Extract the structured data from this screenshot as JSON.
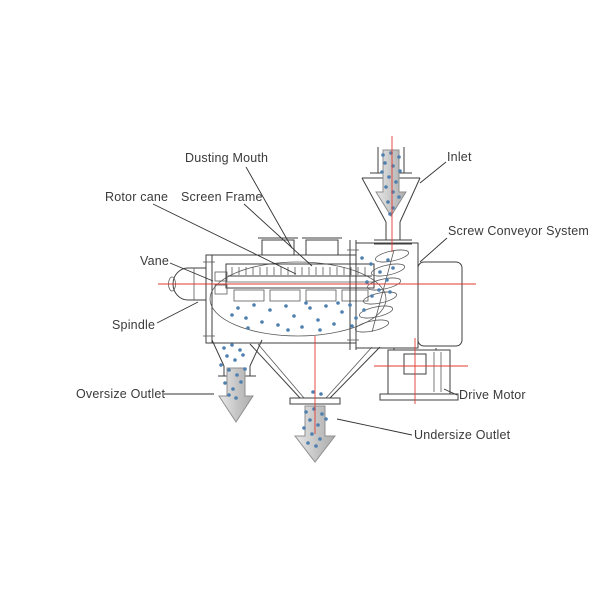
{
  "page": {
    "background": "#ffffff"
  },
  "diagram": {
    "type": "technical-diagram",
    "subject": "airflow screen / screw conveyor sifter cutaway",
    "labels": {
      "dusting_mouth": "Dusting Mouth",
      "rotor_cane": "Rotor cane",
      "screen_frame": "Screen Frame",
      "inlet": "Inlet",
      "screw_conveyor_system": "Screw Conveyor System",
      "vane": "Vane",
      "spindle": "Spindle",
      "oversize_outlet": "Oversize Outlet",
      "drive_motor": "Drive Motor",
      "undersize_outlet": "Undersize Outlet"
    },
    "colors": {
      "outline": "#3f3f3f",
      "centerline_red": "#e23b32",
      "particle_blue": "#4f7fae",
      "arrow_gray": "#cdcdcd",
      "label_text": "#3a3a3a"
    }
  }
}
